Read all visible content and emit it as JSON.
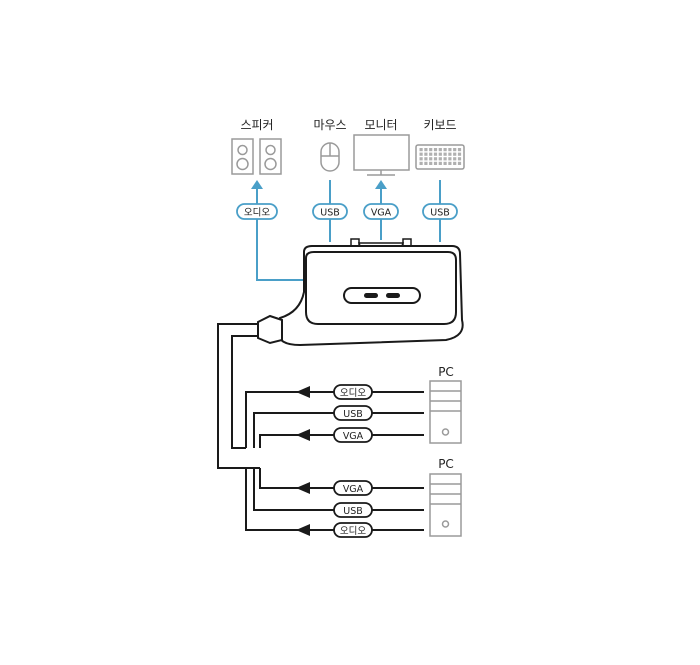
{
  "devices": {
    "speaker_label": "스피커",
    "mouse_label": "마우스",
    "monitor_label": "모니터",
    "keyboard_label": "키보드"
  },
  "top_tags": {
    "audio": "오디오",
    "usb_mouse": "USB",
    "vga": "VGA",
    "usb_keyboard": "USB"
  },
  "pc1": {
    "label": "PC",
    "tags": [
      "오디오",
      "USB",
      "VGA"
    ]
  },
  "pc2": {
    "label": "PC",
    "tags": [
      "VGA",
      "USB",
      "오디오"
    ]
  },
  "colors": {
    "accent": "#4a9fc8",
    "line": "#1a1a1a",
    "device": "#9a9a9a"
  }
}
